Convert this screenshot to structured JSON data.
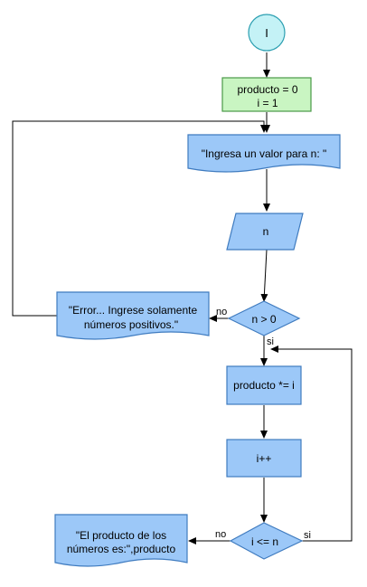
{
  "colors": {
    "start_fill": "#c4f2f6",
    "start_stroke": "#2c9fb1",
    "init_fill": "#c9f5c2",
    "init_stroke": "#4a9a48",
    "node_fill": "#9cc8f8",
    "node_stroke": "#3f7bbf",
    "line": "#000000"
  },
  "nodes": {
    "start_label": "I",
    "init_line1": "producto  = 0",
    "init_line2": "i = 1",
    "prompt_label": "\"Ingresa un valor para n: \"",
    "input_label": "n",
    "cond1_label": "n > 0",
    "error_line1": "\"Error... Ingrese solamente",
    "error_line2": "números positivos.\"",
    "mult_label": "producto *= i",
    "inc_label": "i++",
    "cond2_label": "i <= n",
    "result_line1": "\"El producto de los",
    "result_line2": "números es:\",producto"
  },
  "edge_labels": {
    "cond1_no": "no",
    "cond1_yes": "si",
    "cond2_no": "no",
    "cond2_yes": "si"
  }
}
